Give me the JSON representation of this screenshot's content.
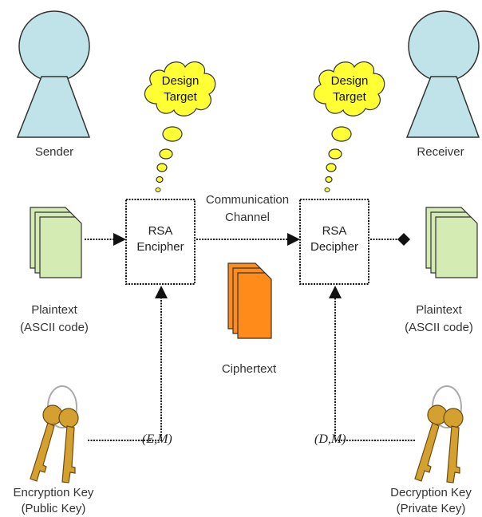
{
  "sender": {
    "label": "Sender"
  },
  "receiver": {
    "label": "Receiver"
  },
  "left_cloud": {
    "line1": "Design",
    "line2": "Target"
  },
  "right_cloud": {
    "line1": "Design",
    "line2": "Target"
  },
  "encipher_box": {
    "line1": "RSA",
    "line2": "Encipher"
  },
  "decipher_box": {
    "line1": "RSA",
    "line2": "Decipher"
  },
  "channel": {
    "line1": "Communication",
    "line2": "Channel"
  },
  "plaintext_left": {
    "line1": "Plaintext",
    "line2": "(ASCII code)"
  },
  "plaintext_right": {
    "line1": "Plaintext",
    "line2": "(ASCII code)"
  },
  "ciphertext": {
    "label": "Ciphertext"
  },
  "enc_key_pair": {
    "label": "(E,M)"
  },
  "dec_key_pair": {
    "label": "(D,M)"
  },
  "encryption_key": {
    "line1": "Encryption Key",
    "line2": "(Public Key)"
  },
  "decryption_key": {
    "line1": "Decryption Key",
    "line2": "(Private Key)"
  },
  "colors": {
    "person_fill": "#bfe3e8",
    "cloud_fill": "#ffff33",
    "document_fill": "#d4ecb4",
    "ciphertext_fill": "#ff8c1a",
    "key_fill": "#d4a030"
  }
}
